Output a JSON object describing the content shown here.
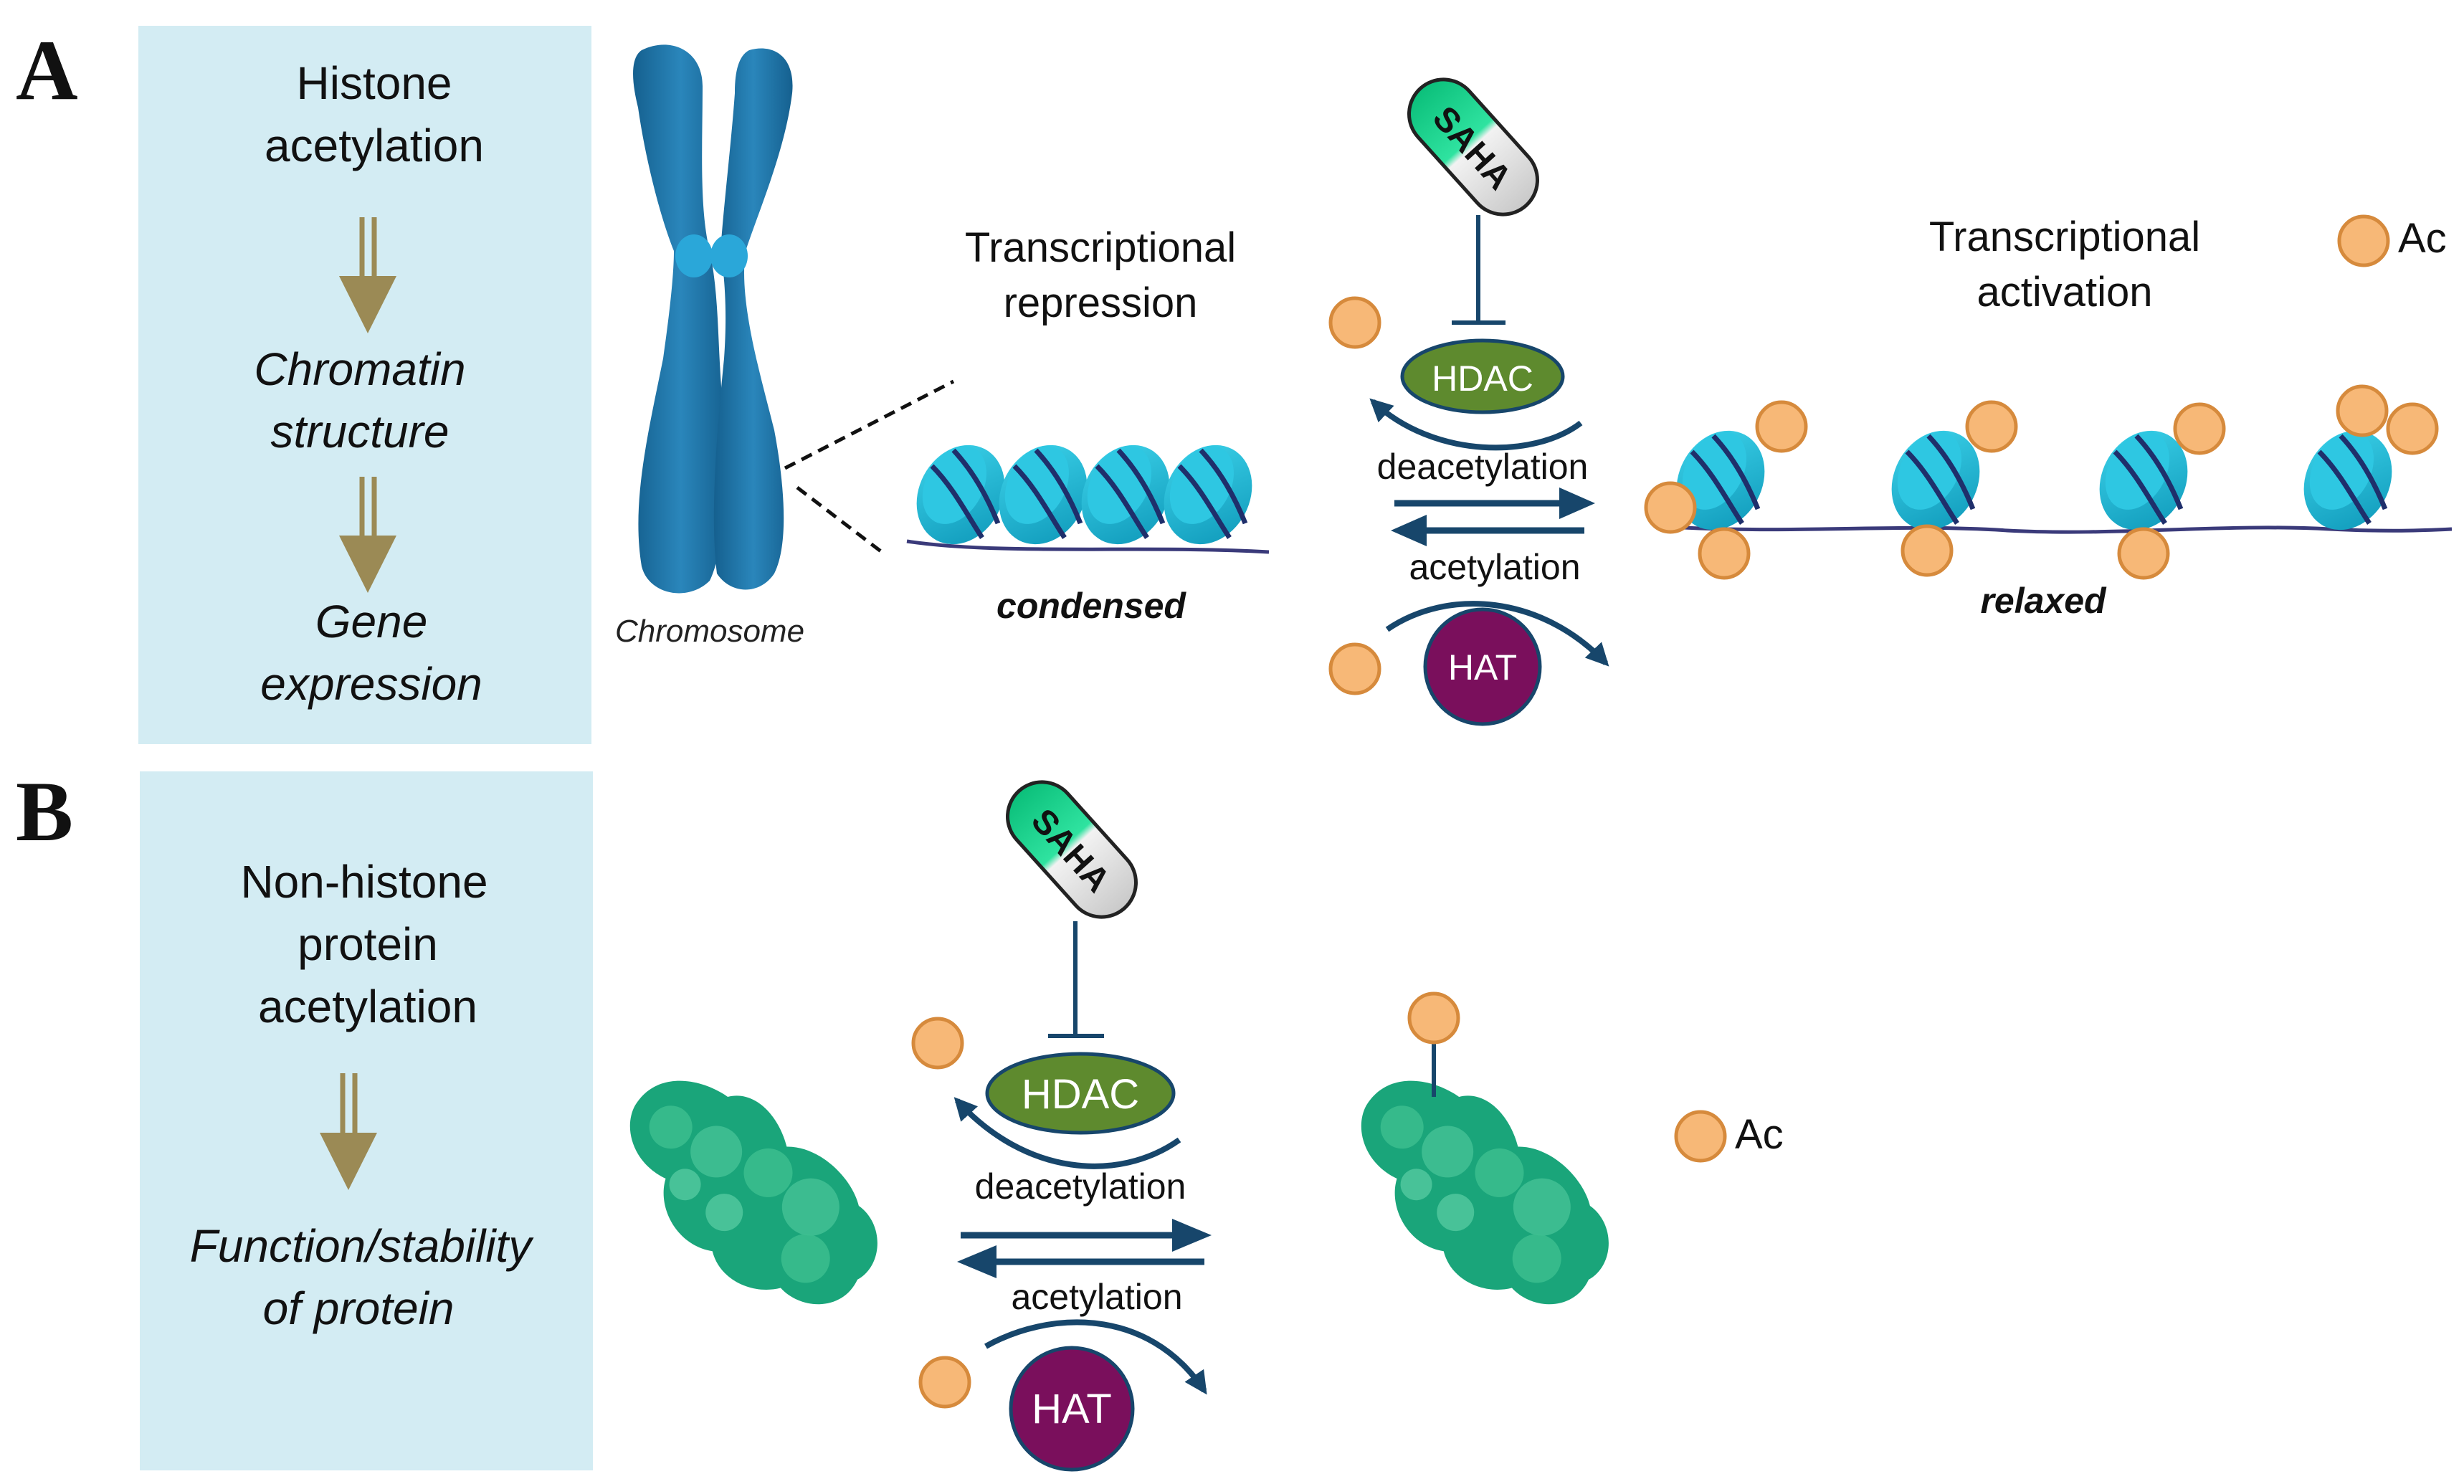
{
  "panel_a": {
    "letter": "A",
    "sidebar": {
      "line1": "Histone",
      "line2": "acetylation",
      "step2_line1": "Chromatin",
      "step2_line2": "structure",
      "step3_line1": "Gene",
      "step3_line2": "expression"
    },
    "chromosome_label": "Chromosome",
    "repression_line1": "Transcriptional",
    "repression_line2": "repression",
    "activation_line1": "Transcriptional",
    "activation_line2": "activation",
    "condensed_label": "condensed",
    "relaxed_label": "relaxed",
    "drug_label": "SAHA",
    "hdac_label": "HDAC",
    "hat_label": "HAT",
    "deacetylation_label": "deacetylation",
    "acetylation_label": "acetylation",
    "legend_label": "Ac"
  },
  "panel_b": {
    "letter": "B",
    "sidebar": {
      "line1": "Non-histone",
      "line2": "protein",
      "line3": "acetylation",
      "step2_line1": "Function/stability",
      "step2_line2": "of protein"
    },
    "drug_label": "SAHA",
    "hdac_label": "HDAC",
    "hat_label": "HAT",
    "deacetylation_label": "deacetylation",
    "acetylation_label": "acetylation",
    "legend_label": "Ac"
  },
  "colors": {
    "sidebar_bg": "#d3ecf3",
    "arrow_olive": "#9b8a55",
    "chromosome_blue": "#1f6fa3",
    "nucleosome_cyan": "#14b8d6",
    "dna_navy": "#1f2f6b",
    "acetyl_orange": "#f7b877",
    "hdac_green": "#5e8a2e",
    "hat_purple": "#7a0f5c",
    "reaction_navy": "#17466b",
    "protein_green": "#1aa57a",
    "saha_green": "#14d08a"
  }
}
